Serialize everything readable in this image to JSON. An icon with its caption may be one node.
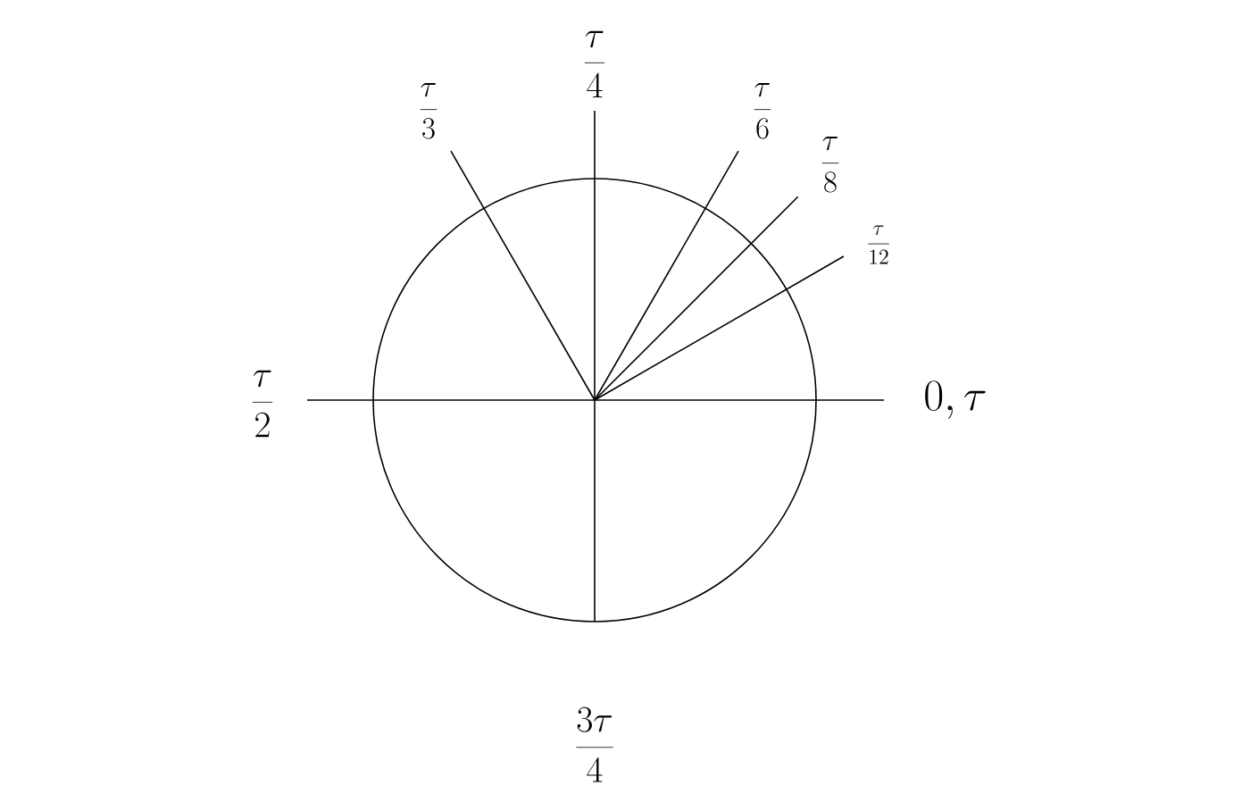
{
  "diagram": {
    "labels": [
      "\\frac{\\tau}{4}",
      "\\frac{\\tau}{3}",
      "\\frac{\\tau}{6}",
      "\\frac{\\tau}{8}",
      "\\frac{\\tau}{12}",
      "\\frac{\\tau}{2}",
      "0,\\tau",
      "\\frac{3\\tau}{4}"
    ]
  }
}
